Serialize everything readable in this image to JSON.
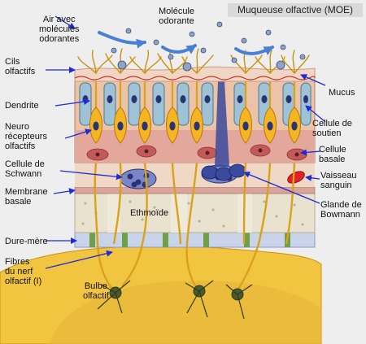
{
  "title": "Muqueuse olfactive (MOE)",
  "labels": {
    "air": "Air avec\nmolécules\nodorantes",
    "molecule": "Molécule\nodorante",
    "cils": "Cils\nolfactifs",
    "mucus": "Mucus",
    "dendrite": "Dendrite",
    "soutien": "Cellule de\nsoutien",
    "neuro": "Neuro\nrécepteurs\nolfactifs",
    "basale_cell": "Cellule\nbasale",
    "schwann": "Cellule de\nSchwann",
    "vaisseau": "Vaisseau\nsanguin",
    "membrane": "Membrane\nbasale",
    "glande": "Glande de\nBowmann",
    "ethmoide": "Ethmoïde",
    "dure_mere": "Dure-mère",
    "fibres": "Fibres\ndu nerf\nolfactif (I)",
    "bulbe": "Bulbe\nolfactif"
  },
  "colors": {
    "background": "#eeeeee",
    "mucus": "#f1d6c6",
    "epithelium": "#ecc3a6",
    "basal_layer": "#e3a79b",
    "neuron": "#f5b422",
    "support_cell": "#9fc3d6",
    "nucleus": "#2b3472",
    "bowman_gland": "#3a4a9c",
    "bone": "#e9e2cf",
    "bulb": "#f2c540",
    "vessel": "#e0212b",
    "arrow": "#1d2bd8"
  }
}
